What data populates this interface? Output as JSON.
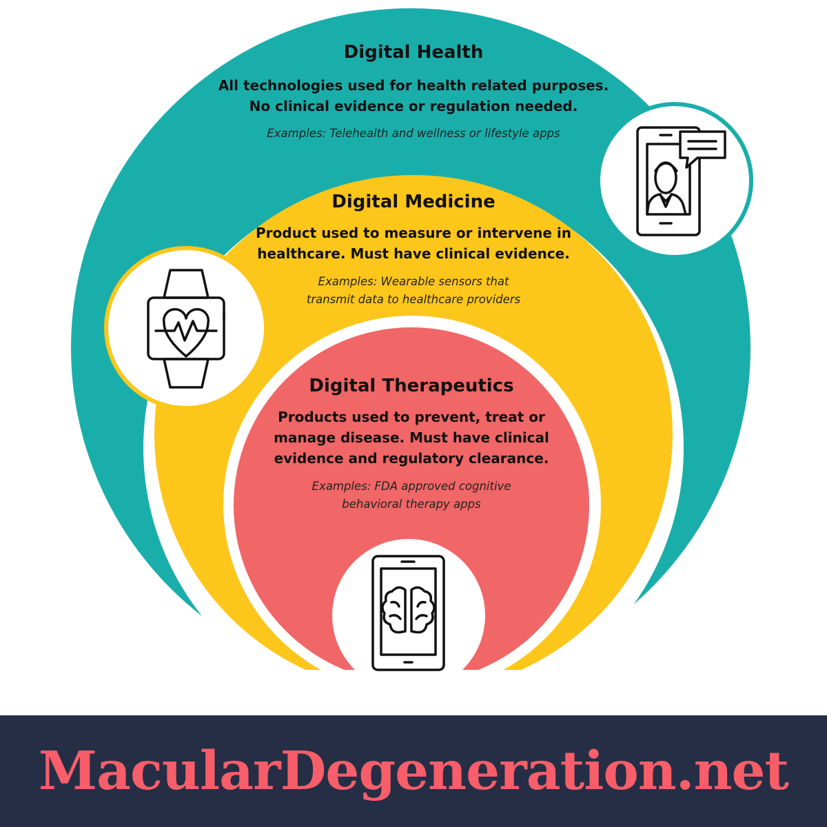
{
  "colors": {
    "health": "#1aaeab",
    "medicine": "#fdc61a",
    "therapeutics": "#f16666",
    "footer_bg": "#252e45",
    "footer_text": "#f75e69"
  },
  "rings": {
    "health": {
      "title": "Digital Health",
      "desc_1": "All technologies used for health related purposes.",
      "desc_2": "No clinical evidence or regulation needed.",
      "example_1": "Examples: Telehealth and wellness or lifestyle apps",
      "icon": "telehealth-phone-icon"
    },
    "medicine": {
      "title": "Digital Medicine",
      "desc_1": "Product used to measure or intervene in",
      "desc_2": "healthcare. Must have clinical evidence.",
      "example_1": "Examples: Wearable sensors that",
      "example_2": "transmit data to healthcare providers",
      "icon": "smartwatch-heartbeat-icon"
    },
    "therapeutics": {
      "title": "Digital Therapeutics",
      "desc_1": "Products used to prevent, treat or",
      "desc_2": "manage disease. Must have clinical",
      "desc_3": "evidence and regulatory clearance.",
      "example_1": "Examples: FDA approved cognitive",
      "example_2": "behavioral therapy apps",
      "icon": "tablet-brain-icon"
    }
  },
  "footer": {
    "brand": "MacularDegeneration.net"
  }
}
